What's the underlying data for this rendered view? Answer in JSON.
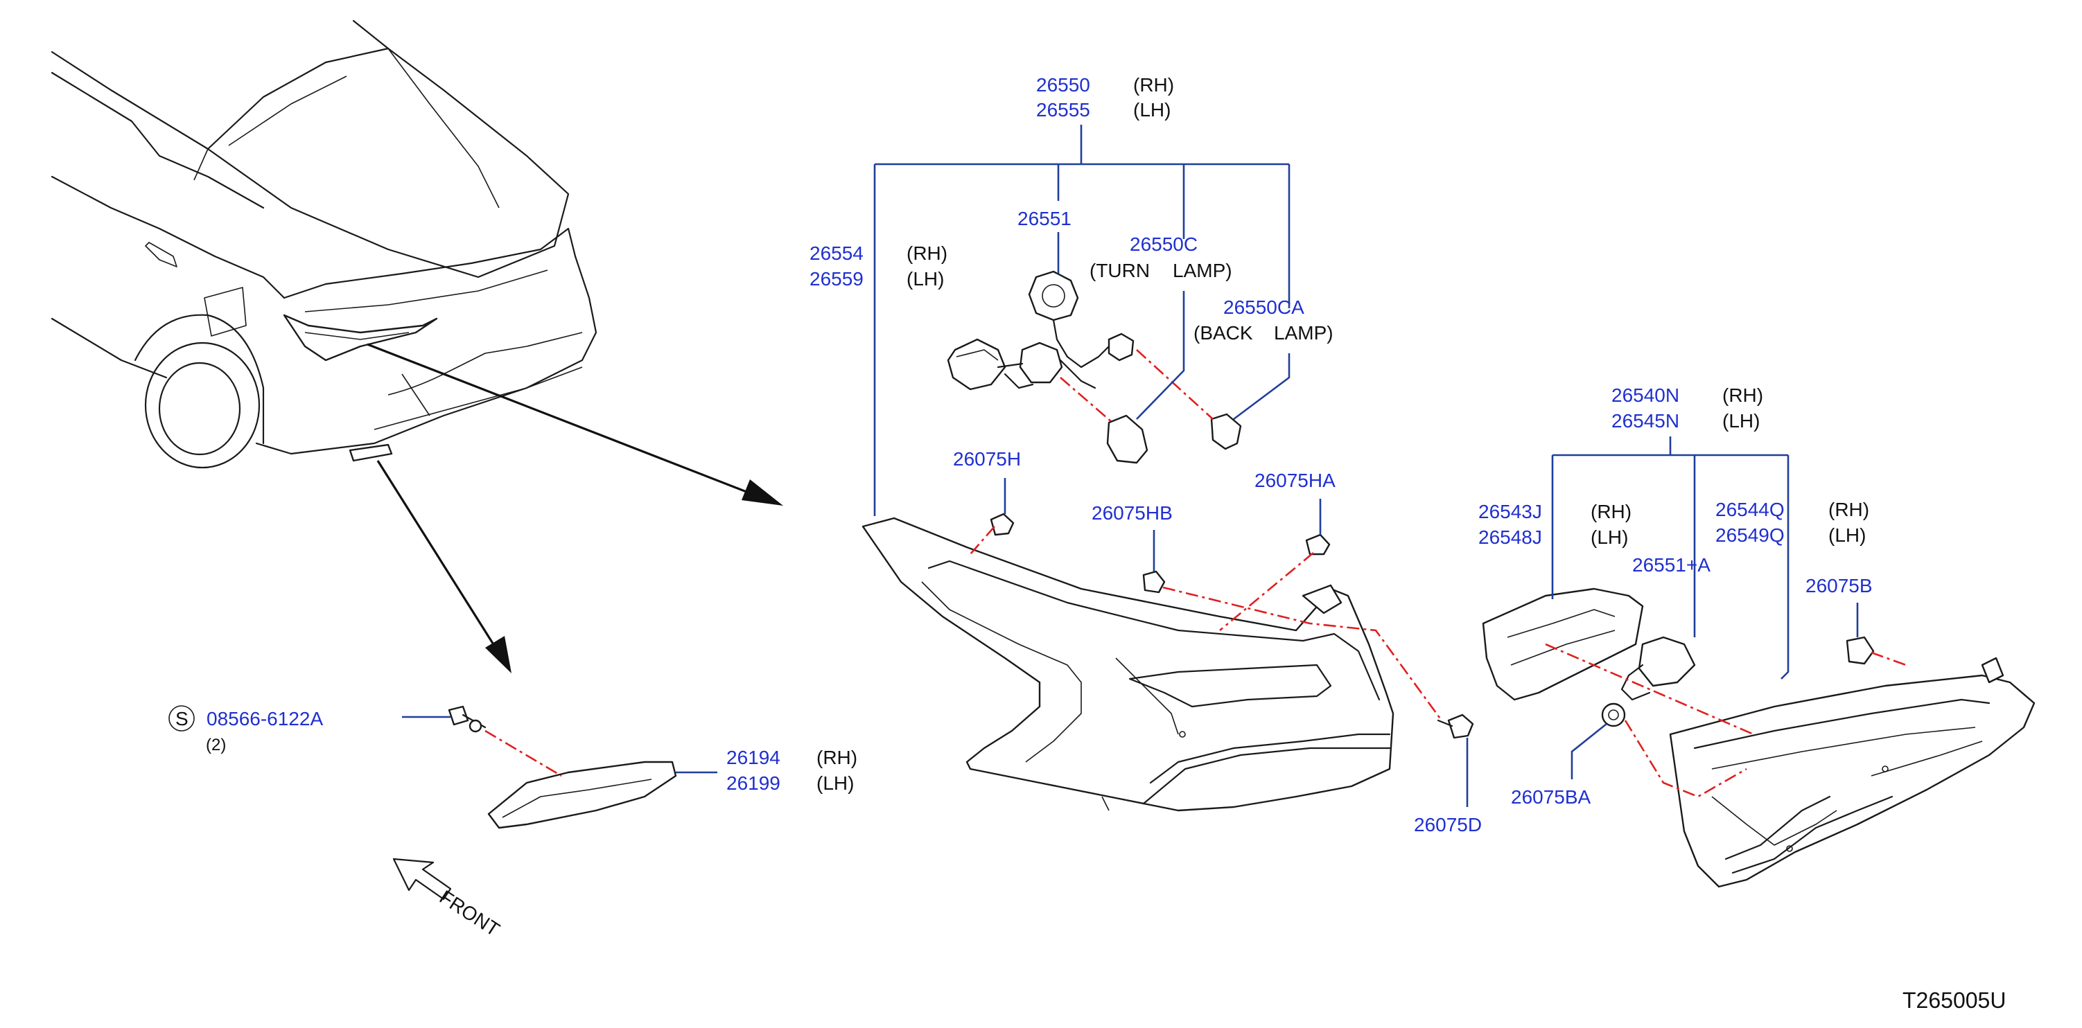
{
  "callouts": {
    "harness_rh": "26550",
    "harness_lh": "26555",
    "socket": "26551",
    "bulb_turn": "26550C",
    "bulb_back": "26550CA",
    "combo_lamp_rh": "26554",
    "combo_lamp_lh": "26559",
    "clip_h": "26075H",
    "clip_hb": "26075HB",
    "clip_ha": "26075HA",
    "screw_d": "26075D",
    "lamp_assy_rh": "26540N",
    "lamp_assy_lh": "26545N",
    "housing_rh": "26543J",
    "housing_lh": "26548J",
    "lens_rh": "26544Q",
    "lens_lh": "26549Q",
    "socket_a": "26551+A",
    "nut_b": "26075B",
    "nut_ba": "26075BA",
    "reflex_rh": "26194",
    "reflex_lh": "26199",
    "screw_std": "08566-6122A"
  },
  "notes": {
    "rh": "(RH)",
    "lh": "(LH)",
    "turn_open": "(TURN",
    "turn_lamp": "LAMP)",
    "back_open": "(BACK",
    "back_lamp": "LAMP)",
    "qty": "(2)",
    "standard_symbol": "S"
  },
  "front_label": "FRONT",
  "diagram_ref": "T265005U"
}
